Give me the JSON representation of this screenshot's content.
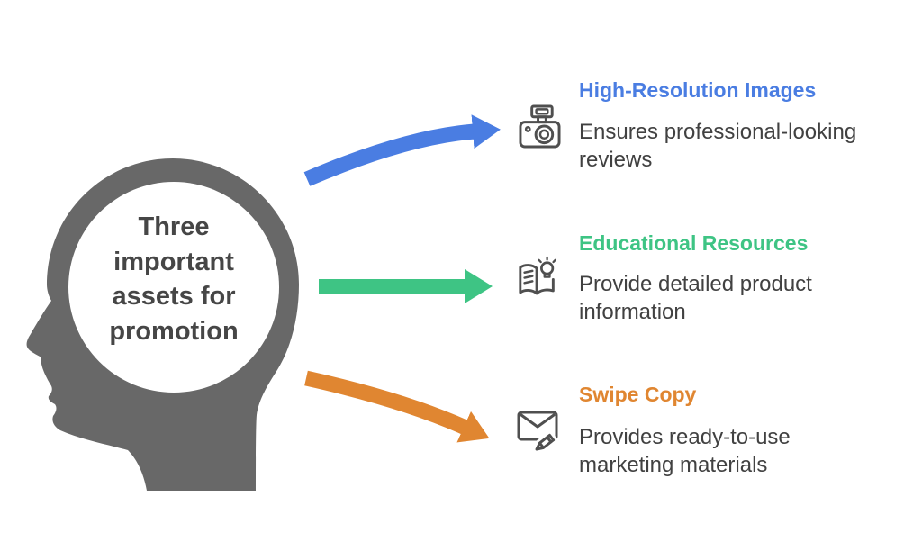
{
  "background": "#ffffff",
  "head": {
    "silhouette_color": "#686868",
    "circle_color": "#ffffff",
    "title": "Three\nimportant\nassets for\npromotion",
    "title_color": "#464646"
  },
  "text_color": "#414141",
  "icon_stroke": "#4f4f4f",
  "items": [
    {
      "heading": "High-Resolution Images",
      "heading_color": "#4a7de2",
      "description": "Ensures professional-looking\nreviews",
      "icon": "camera-icon",
      "arrow_color": "#4a7de2"
    },
    {
      "heading": "Educational Resources",
      "heading_color": "#3ec484",
      "description": "Provide detailed product\ninformation",
      "icon": "book-lightbulb-icon",
      "arrow_color": "#3ec484"
    },
    {
      "heading": "Swipe Copy",
      "heading_color": "#e08631",
      "description": "Provides ready-to-use\nmarketing materials",
      "icon": "envelope-pencil-icon",
      "arrow_color": "#e08631"
    }
  ]
}
